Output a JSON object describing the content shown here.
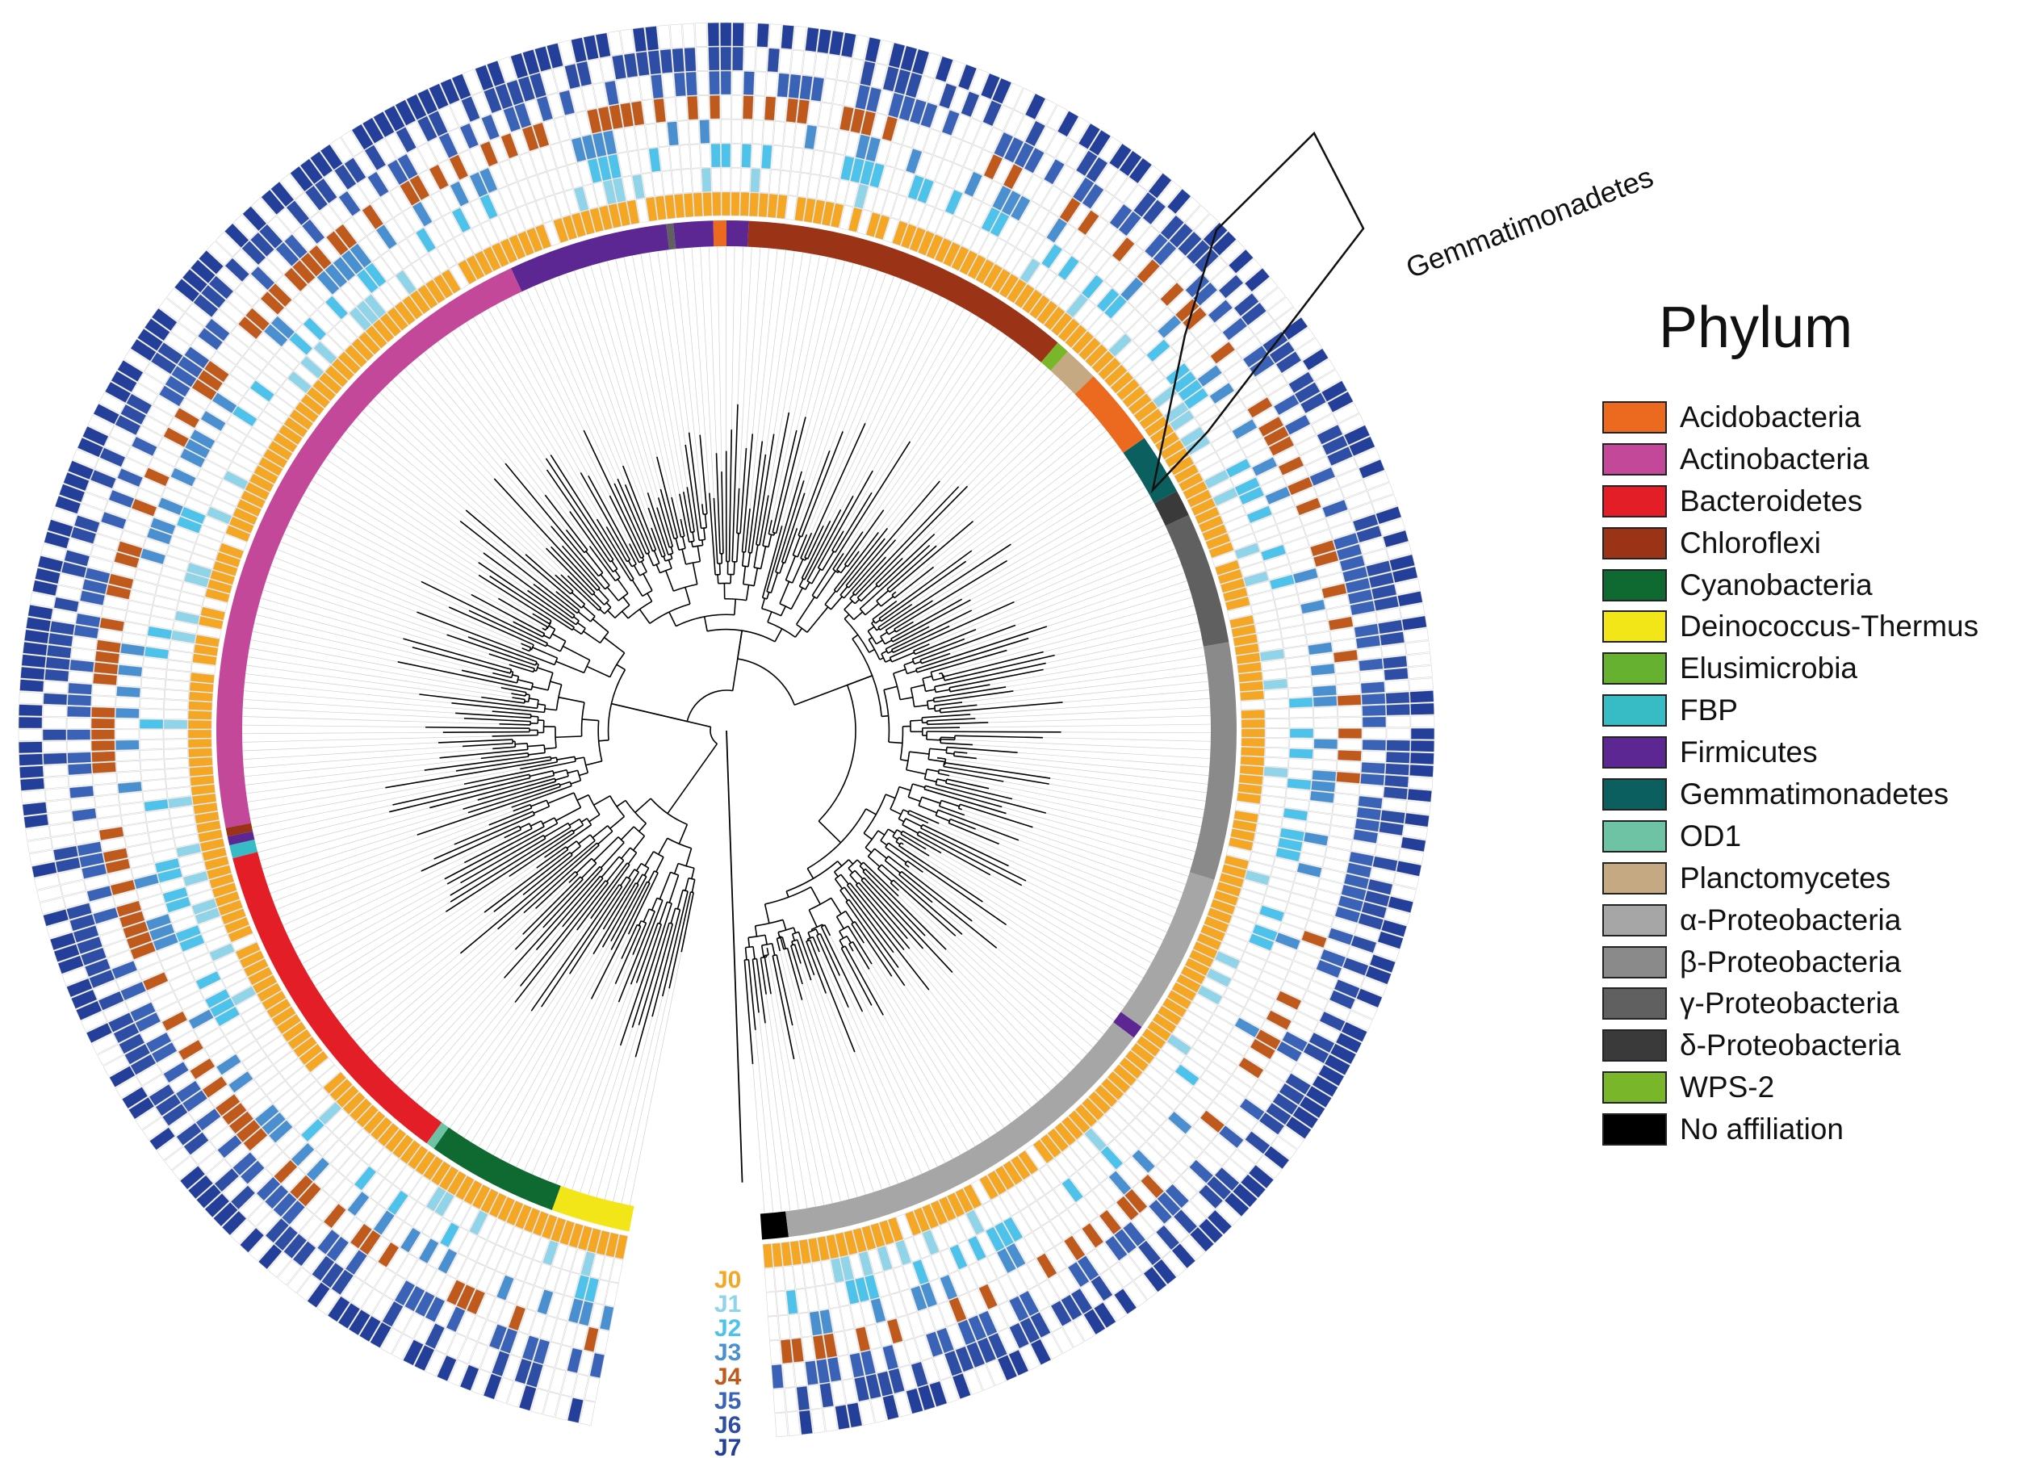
{
  "callout": {
    "label": "Gemmatimonadetes"
  },
  "legend": {
    "title": "Phylum",
    "items": [
      {
        "label": "Acidobacteria",
        "color": "#ec6a20"
      },
      {
        "label": "Actinobacteria",
        "color": "#c4489a"
      },
      {
        "label": "Bacteroidetes",
        "color": "#e31e26"
      },
      {
        "label": "Chloroflexi",
        "color": "#9b3317"
      },
      {
        "label": "Cyanobacteria",
        "color": "#0f6a32"
      },
      {
        "label": "Deinococcus-Thermus",
        "color": "#f2e619"
      },
      {
        "label": "Elusimicrobia",
        "color": "#67b131"
      },
      {
        "label": "FBP",
        "color": "#37bcc6"
      },
      {
        "label": "Firmicutes",
        "color": "#5c2792"
      },
      {
        "label": "Gemmatimonadetes",
        "color": "#0c5f5f"
      },
      {
        "label": "OD1",
        "color": "#6ec3a4"
      },
      {
        "label": "Planctomycetes",
        "color": "#c4a982"
      },
      {
        "label": "α-Proteobacteria",
        "color": "#a6a6a6"
      },
      {
        "label": "β-Proteobacteria",
        "color": "#8a8a8a"
      },
      {
        "label": "γ-Proteobacteria",
        "color": "#606060"
      },
      {
        "label": "δ-Proteobacteria",
        "color": "#3a3a3a"
      },
      {
        "label": "WPS-2",
        "color": "#7ab629"
      },
      {
        "label": "No affiliation",
        "color": "#000000"
      }
    ]
  },
  "rings": [
    {
      "label": "J0",
      "color": "#f5a623"
    },
    {
      "label": "J1",
      "color": "#8fd4e8"
    },
    {
      "label": "J2",
      "color": "#4dc3ec"
    },
    {
      "label": "J3",
      "color": "#4a90d0"
    },
    {
      "label": "J4",
      "color": "#c05a1c"
    },
    {
      "label": "J5",
      "color": "#3a63b8"
    },
    {
      "label": "J6",
      "color": "#2e4ea6"
    },
    {
      "label": "J7",
      "color": "#233f99"
    }
  ],
  "phylum_sectors": [
    {
      "phylum": "No affiliation",
      "from_deg": 173,
      "to_deg": 176
    },
    {
      "phylum": "α-Proteobacteria",
      "from_deg": 127,
      "to_deg": 173
    },
    {
      "phylum": "Firmicutes",
      "from_deg": 125.5,
      "to_deg": 127
    },
    {
      "phylum": "α-Proteobacteria",
      "from_deg": 107,
      "to_deg": 125.5
    },
    {
      "phylum": "β-Proteobacteria",
      "from_deg": 80,
      "to_deg": 107
    },
    {
      "phylum": "γ-Proteobacteria",
      "from_deg": 65,
      "to_deg": 80
    },
    {
      "phylum": "δ-Proteobacteria",
      "from_deg": 62,
      "to_deg": 65
    },
    {
      "phylum": "Gemmatimonadetes",
      "from_deg": 55,
      "to_deg": 62
    },
    {
      "phylum": "Acidobacteria",
      "from_deg": 46,
      "to_deg": 55
    },
    {
      "phylum": "Planctomycetes",
      "from_deg": 42,
      "to_deg": 46
    },
    {
      "phylum": "WPS-2",
      "from_deg": 40.5,
      "to_deg": 42
    },
    {
      "phylum": "Chloroflexi",
      "from_deg": 2.5,
      "to_deg": 40.5
    },
    {
      "phylum": "Firmicutes",
      "from_deg": 0,
      "to_deg": 2.5
    },
    {
      "phylum": "Acidobacteria",
      "from_deg": -1.5,
      "to_deg": 0
    },
    {
      "phylum": "Firmicutes",
      "from_deg": -6,
      "to_deg": -1.5
    },
    {
      "phylum": "γ-Proteobacteria",
      "from_deg": -6.8,
      "to_deg": -6
    },
    {
      "phylum": "Firmicutes",
      "from_deg": -25,
      "to_deg": -6.8
    },
    {
      "phylum": "Actinobacteria",
      "from_deg": -101,
      "to_deg": -25
    },
    {
      "phylum": "Chloroflexi",
      "from_deg": -102,
      "to_deg": -101
    },
    {
      "phylum": "Firmicutes",
      "from_deg": -103,
      "to_deg": -102
    },
    {
      "phylum": "FBP",
      "from_deg": -104.5,
      "to_deg": -103
    },
    {
      "phylum": "Bacteroidetes",
      "from_deg": -144,
      "to_deg": -104.5
    },
    {
      "phylum": "OD1",
      "from_deg": -145,
      "to_deg": -144
    },
    {
      "phylum": "Cyanobacteria",
      "from_deg": -160,
      "to_deg": -145
    },
    {
      "phylum": "Deinococcus-Thermus",
      "from_deg": -169,
      "to_deg": -160
    }
  ]
}
